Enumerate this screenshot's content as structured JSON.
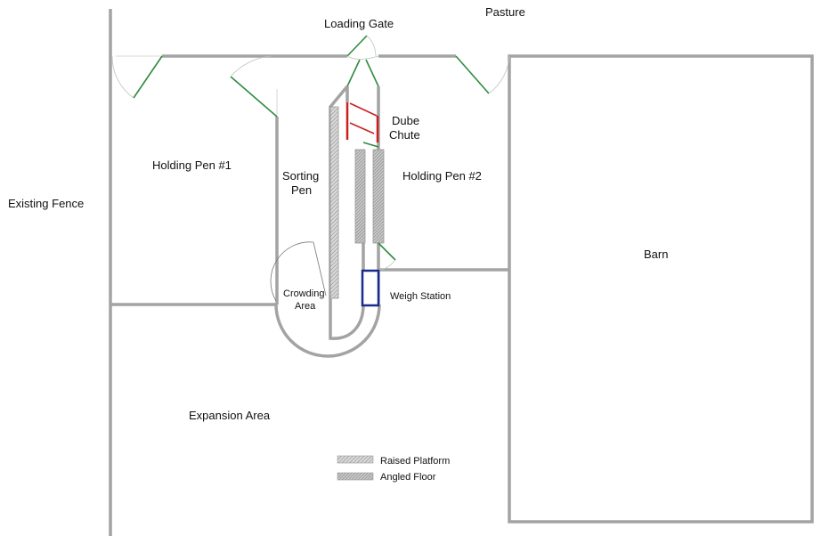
{
  "labels": {
    "loading_gate": "Loading Gate",
    "pasture": "Pasture",
    "dube_chute_1": "Dube",
    "dube_chute_2": "Chute",
    "holding_pen_1": "Holding Pen #1",
    "sorting_pen_1": "Sorting",
    "sorting_pen_2": "Pen",
    "holding_pen_2": "Holding Pen #2",
    "existing_fence": "Existing Fence",
    "barn": "Barn",
    "crowding_area_1": "Crowding",
    "crowding_area_2": "Area",
    "weigh_station": "Weigh Station",
    "expansion_area": "Expansion Area"
  },
  "legend": {
    "raised_platform": "Raised Platform",
    "angled_floor": "Angled Floor"
  },
  "colors": {
    "wall": "#a3a3a3",
    "gate": "#2e8b3e",
    "dube_chute": "#c8201e",
    "weigh_station": "#1a2a8c"
  }
}
